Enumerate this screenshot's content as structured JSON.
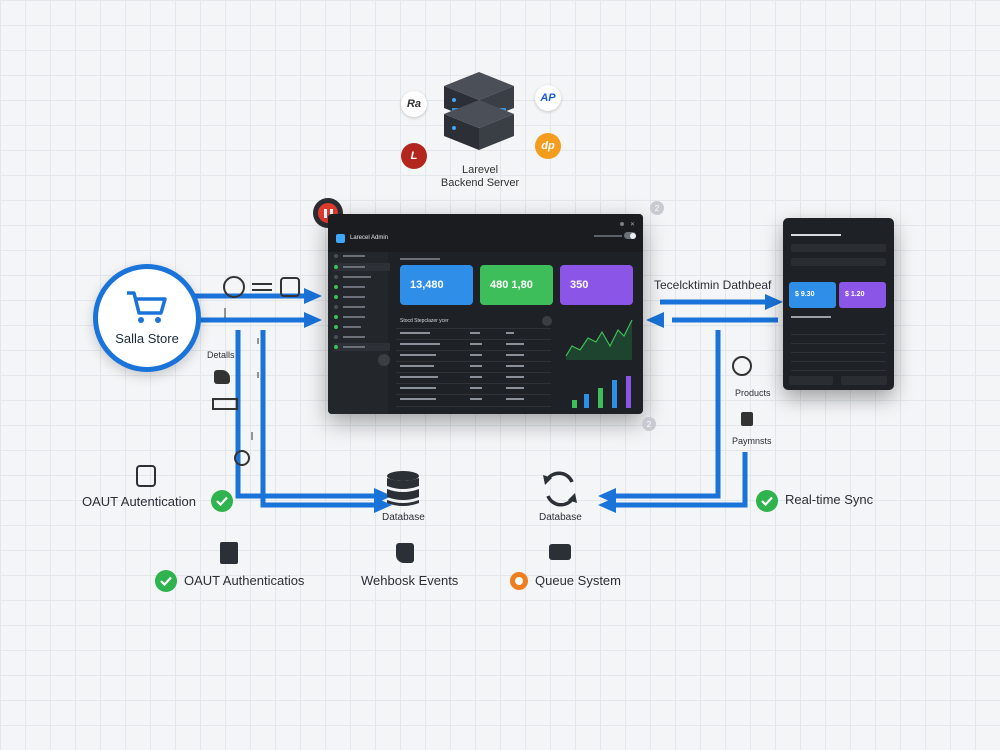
{
  "server": {
    "label_line1": "Larevel",
    "label_line2": "Backend Server",
    "badges": [
      {
        "text": "Ra",
        "icon": "ra-badge-icon"
      },
      {
        "text": "AP",
        "icon": "ap-badge-icon"
      },
      {
        "text": "L",
        "icon": "laravel-badge-icon"
      },
      {
        "text": "dp",
        "icon": "dp-badge-icon"
      }
    ]
  },
  "salla": {
    "label": "Salla Store"
  },
  "left_labels": {
    "details": "Detalls"
  },
  "main_dashboard": {
    "title": "Larecel Admin",
    "cards": [
      {
        "value": "13,480",
        "color": "#2f8fe8"
      },
      {
        "value": "480 1,80",
        "color": "#3dbe5a"
      },
      {
        "value": "350",
        "color": "#8b56e8"
      }
    ],
    "table_title": "Stocd Stepclazer ycer"
  },
  "right_dashboard": {
    "title": "Tecelcktimin Dathbeaf",
    "cards": [
      {
        "value": "$ 9.30",
        "color": "#2f8fe8"
      },
      {
        "value": "$ 1.20",
        "color": "#8b56e8"
      }
    ]
  },
  "labels": {
    "products": "Products",
    "payments": "Paymnsts",
    "database_left": "Database",
    "database_right": "Database",
    "oauth_top": "OAUT Autentication",
    "oauth_bottom": "OAUT Authenticatios",
    "webhook": "Wehbosk Events",
    "queue": "Queue System",
    "realtime": "Real-time Sync"
  },
  "step_numbers": {
    "top": "2",
    "bottom": "2"
  },
  "colors": {
    "flow_blue": "#1a73d9",
    "check_green": "#2fb34f"
  }
}
